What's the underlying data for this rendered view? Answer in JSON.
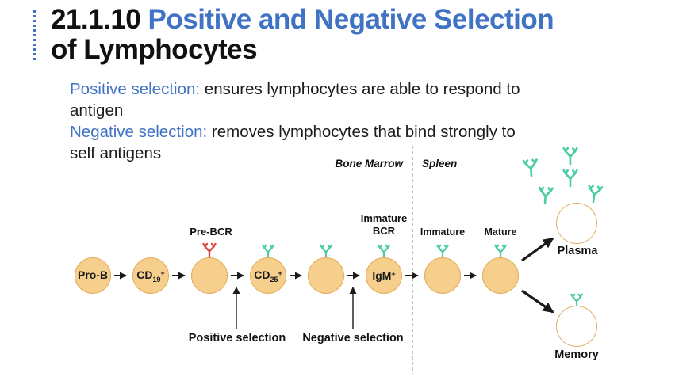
{
  "title": {
    "number": "21.1.10",
    "highlight": "Positive and Negative Selection",
    "line2": "of Lymphocytes"
  },
  "body": {
    "paragraphs": [
      {
        "label": "Positive selection:",
        "text": "ensures lymphocytes are able to respond to",
        "text2": "antigen"
      },
      {
        "label": "Negative selection:",
        "text": "removes lymphocytes that bind strongly to",
        "text2": "self antigens"
      }
    ]
  },
  "diagram": {
    "regions": {
      "left": "Bone Marrow",
      "right": "Spleen"
    },
    "cells": [
      {
        "main": "Pro-B"
      },
      {
        "main": "CD",
        "sub": "19",
        "sup": "+"
      },
      {
        "main": ""
      },
      {
        "main": "CD",
        "sub": "25",
        "sup": "+"
      },
      {
        "main": ""
      },
      {
        "main": "IgM",
        "sup": "+"
      },
      {
        "main": ""
      },
      {
        "main": ""
      }
    ],
    "annotations": {
      "pre_bcr": "Pre-BCR",
      "immature_bcr_line1": "Immature",
      "immature_bcr_line2": "BCR",
      "immature": "Immature",
      "mature": "Mature",
      "positive_selection": "Positive selection",
      "negative_selection": "Negative selection",
      "plasma": "Plasma",
      "memory": "Memory"
    },
    "colors": {
      "cell_fill": "#F7CF8C",
      "cell_stroke": "#E3AC5C",
      "receptor_green": "#4ACCA6",
      "receptor_red": "#DC4343",
      "divider": "#999999",
      "arrow": "#1a1a1a"
    }
  },
  "colors": {
    "accent_blue": "#4173C4",
    "text_black": "#111111"
  }
}
